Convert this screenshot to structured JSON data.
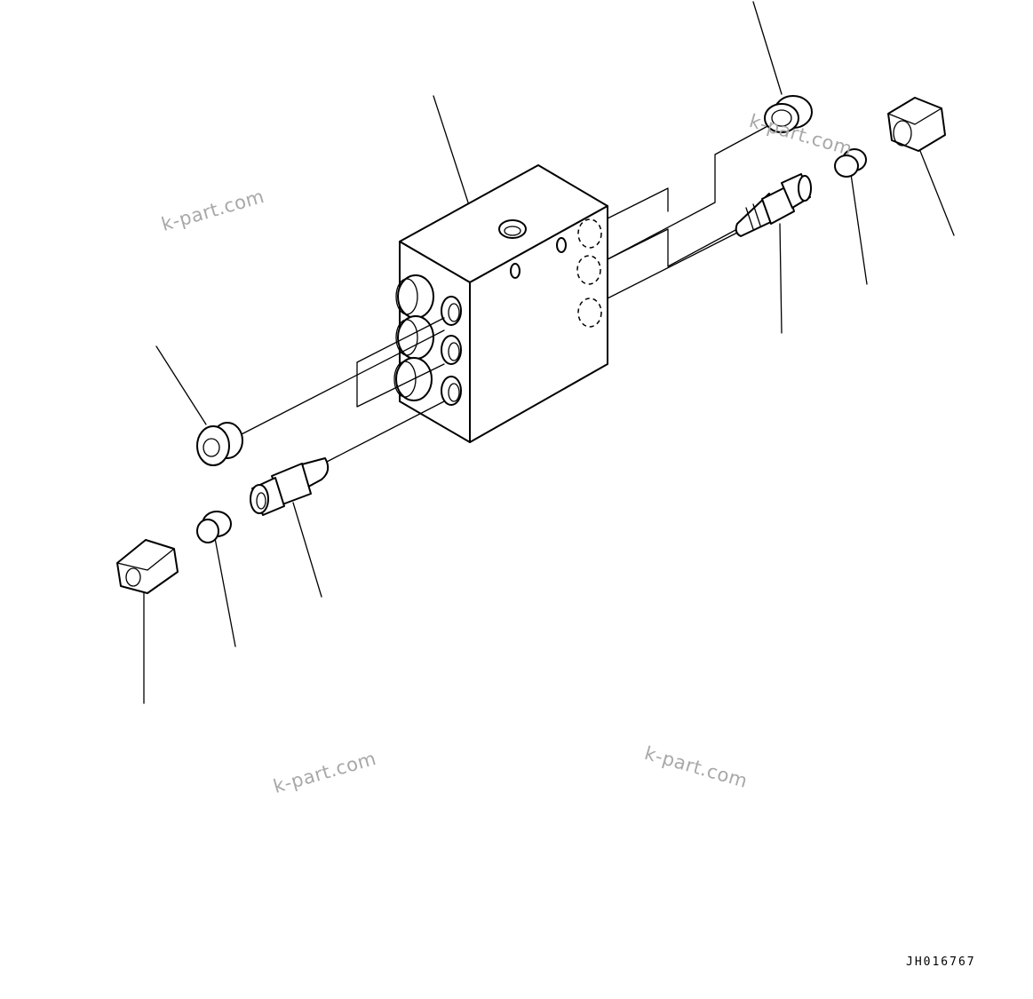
{
  "drawing": {
    "code": "JH016767",
    "watermarks": [
      "k-part.com",
      "k-part.com",
      "k-part.com",
      "k-part.com"
    ]
  }
}
